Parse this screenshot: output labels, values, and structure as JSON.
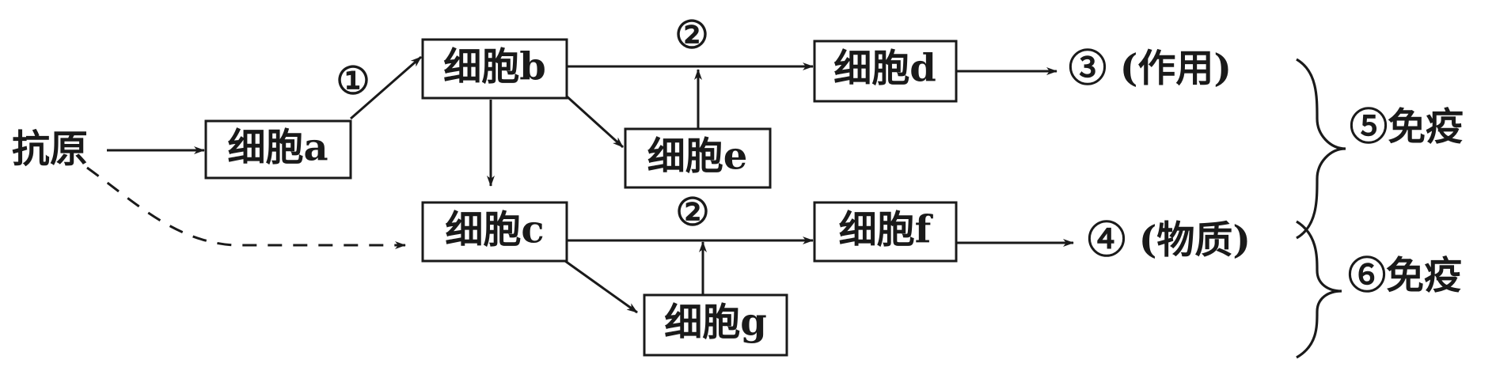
{
  "antigen": "抗原",
  "cells": {
    "a": "细胞a",
    "b": "细胞b",
    "c": "细胞c",
    "d": "细胞d",
    "e": "细胞e",
    "f": "细胞f",
    "g": "细胞g"
  },
  "markers": {
    "m1": "①",
    "m2_top": "②",
    "m2_bottom": "②",
    "m3": "③ (作用)",
    "m4": "④ (物质)",
    "m5": "⑤免疫",
    "m6": "⑥免疫"
  }
}
